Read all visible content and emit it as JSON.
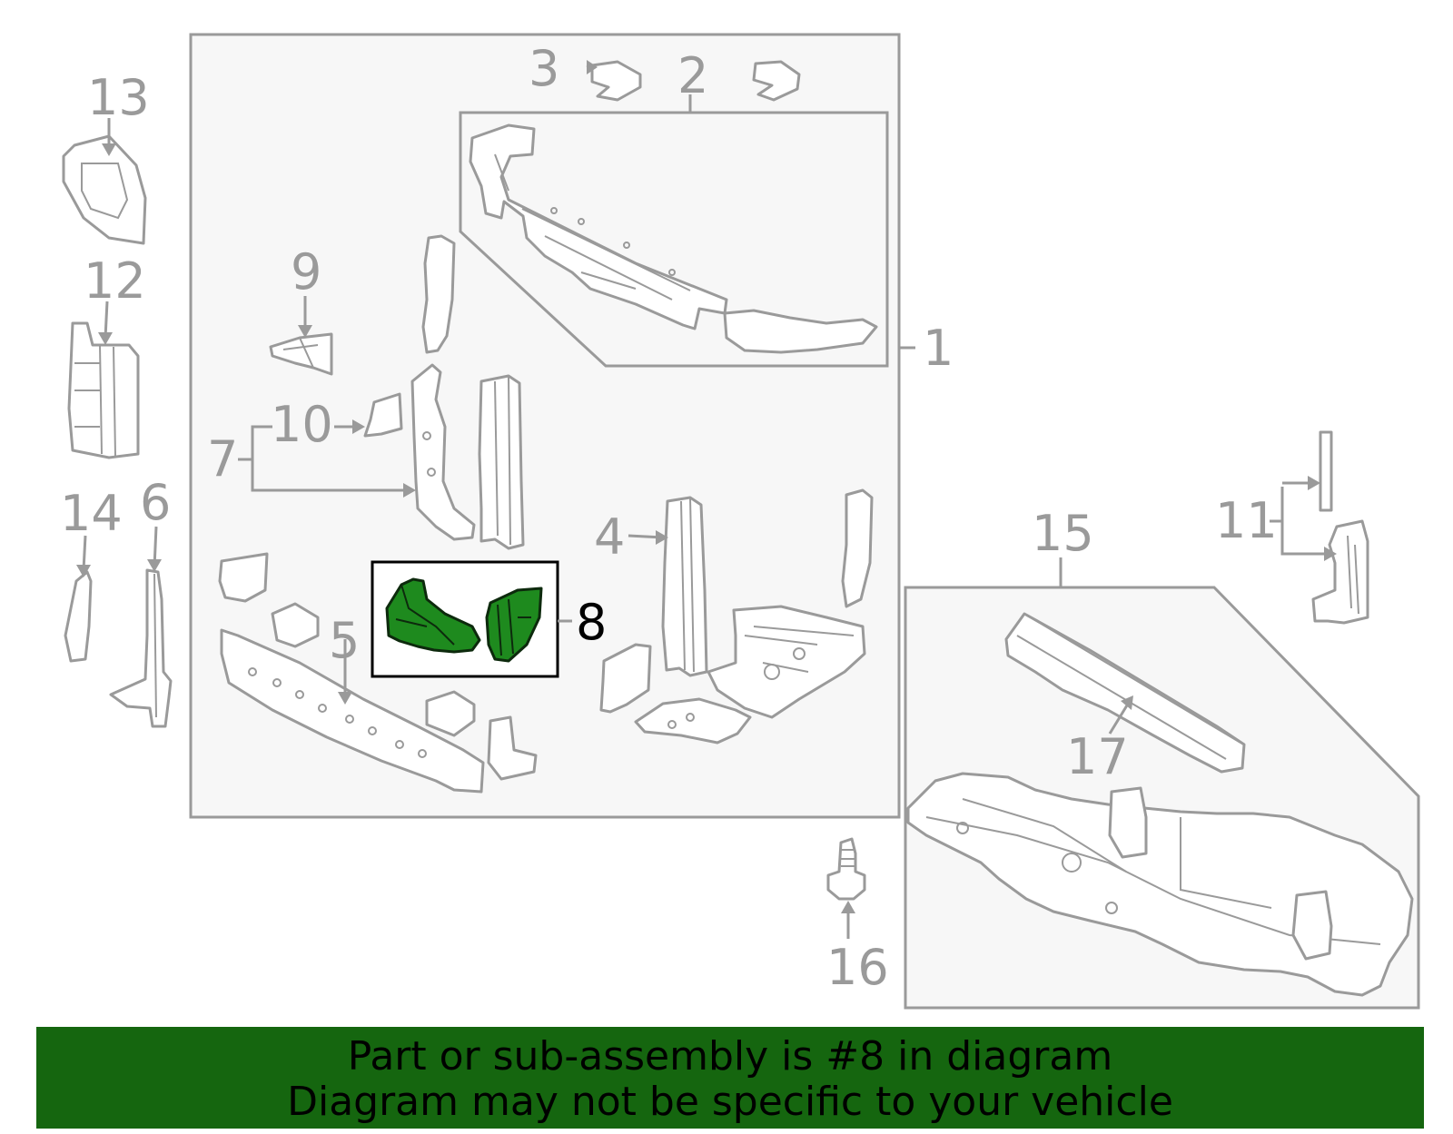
{
  "diagram": {
    "highlight_color": "#1e8a1e",
    "callouts": [
      "1",
      "2",
      "3",
      "4",
      "5",
      "6",
      "7",
      "8",
      "9",
      "10",
      "11",
      "12",
      "13",
      "14",
      "15",
      "16",
      "17"
    ],
    "highlighted_callout": "8"
  },
  "footer": {
    "background": "#15660f",
    "line1": "Part or sub-assembly is #8 in diagram",
    "line2": "Diagram may not be specific to your vehicle"
  }
}
